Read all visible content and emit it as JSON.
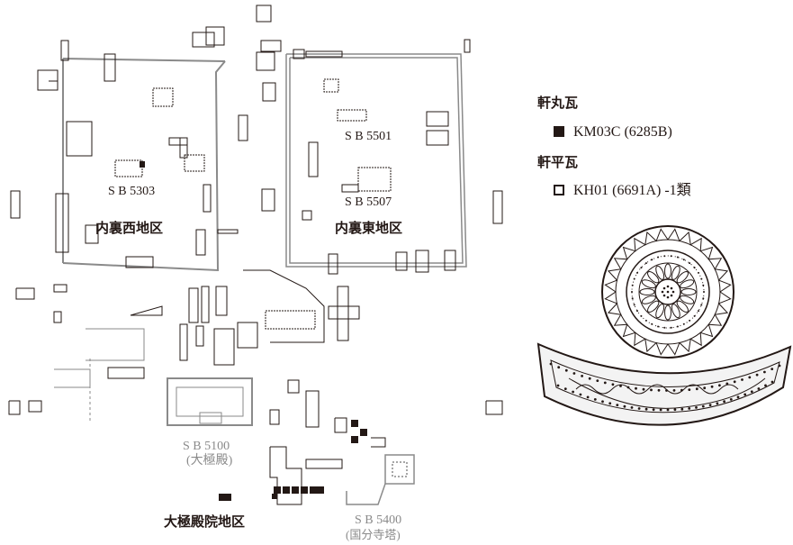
{
  "labels": {
    "sb5303": "S B 5303",
    "sb5501": "S B 5501",
    "sb5507": "S B 5507",
    "sb5100": "S B 5100",
    "sb5100_sub": "(大極殿)",
    "sb5400": "S B 5400",
    "sb5400_sub": "(国分寺塔)"
  },
  "areas": {
    "west": "内裏西地区",
    "east": "内裏東地区",
    "daigoku": "大極殿院地区"
  },
  "legend": {
    "maru_title": "軒丸瓦",
    "maru_item": "KM03C (6285B)",
    "hira_title": "軒平瓦",
    "hira_item": "KH01 (6691A) -1類"
  },
  "colors": {
    "line": "#231815",
    "structure": "#8a8a8a",
    "find_marker": "#231815"
  },
  "icons": {
    "round_tile": "round-eave-tile-drawing",
    "flat_tile": "flat-eave-tile-drawing"
  }
}
